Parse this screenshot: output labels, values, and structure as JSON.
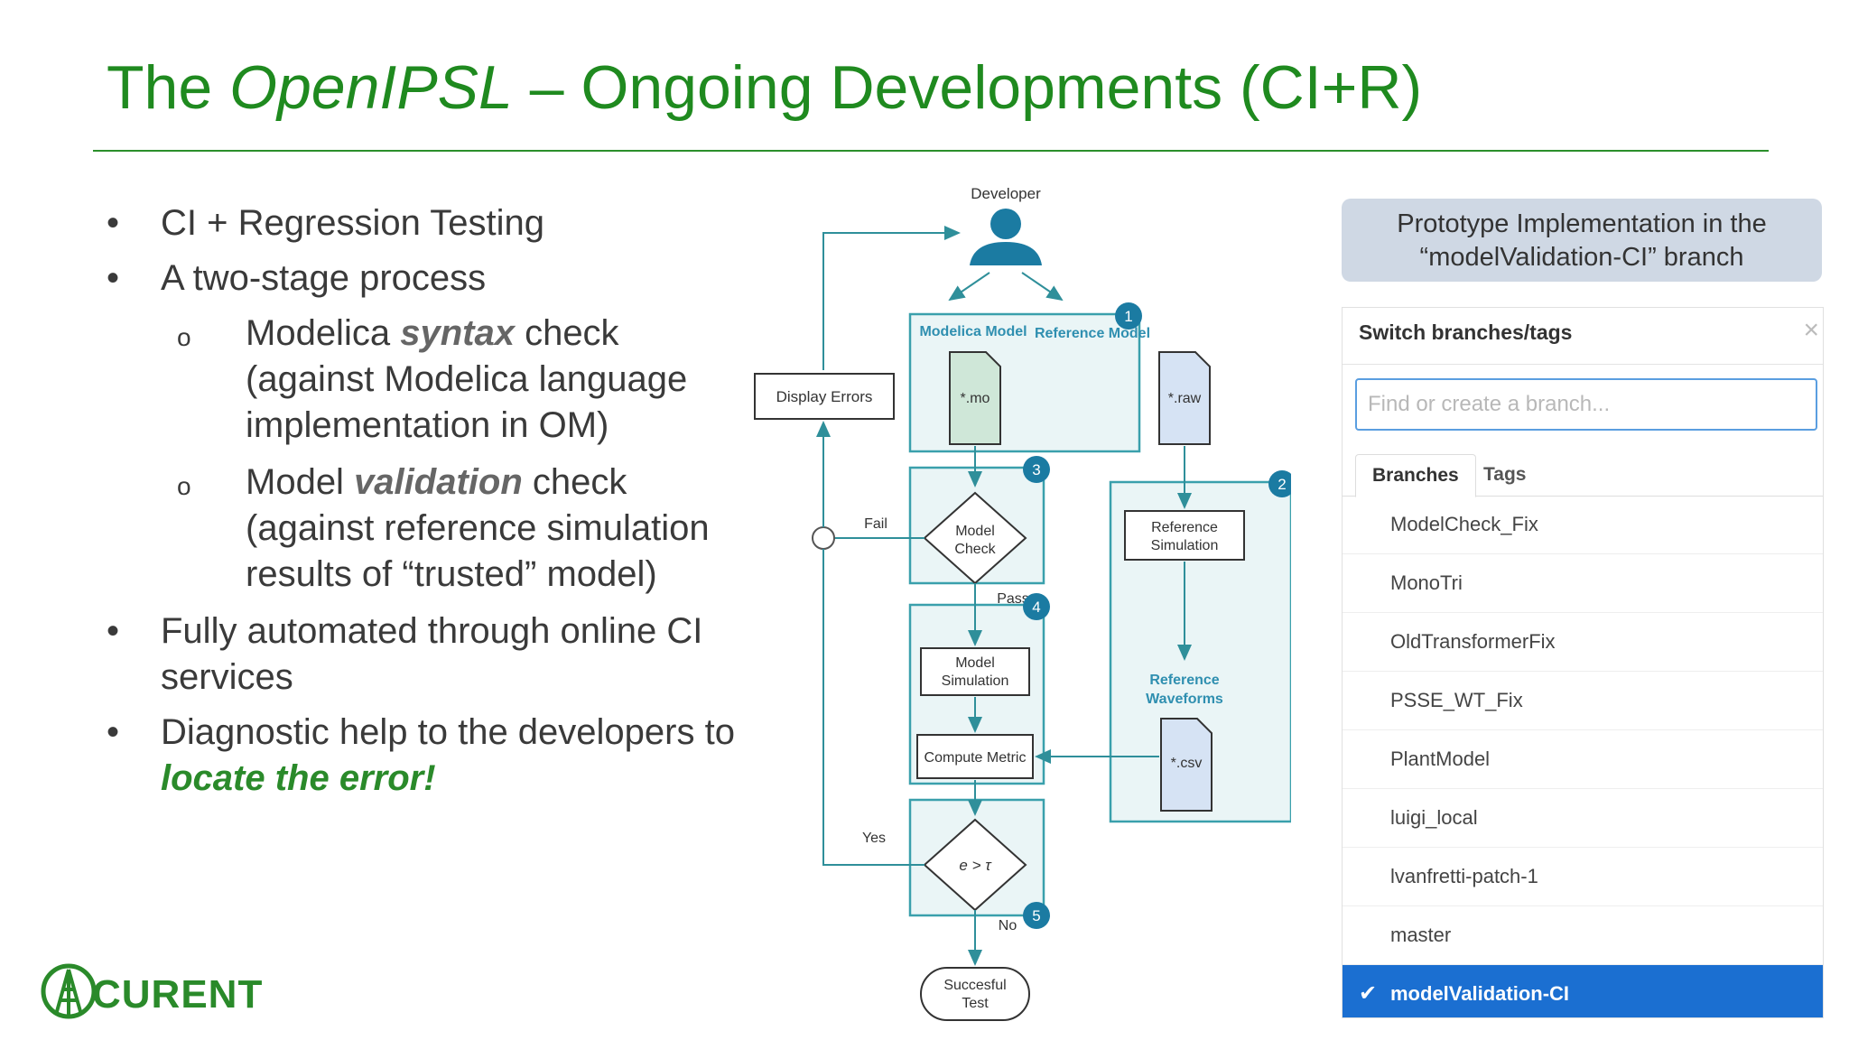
{
  "slide": {
    "title_pre": "The ",
    "title_italic": "OpenIPSL",
    "title_post": " – Ongoing Developments (CI+R)"
  },
  "bullets": {
    "b1": "CI + Regression Testing",
    "b2": "A two-stage process",
    "s1_pre": "Modelica ",
    "s1_em": "syntax",
    "s1_post": " check (against Modelica language implementation in OM)",
    "s2_pre": "Model ",
    "s2_em": "validation",
    "s2_post": " check (against reference simulation results of “trusted” model)",
    "b3": "Fully automated through online CI services",
    "b4_pre": "Diagnostic help to the developers to ",
    "b4_em": "locate the error!"
  },
  "logo": {
    "text": "CURENT"
  },
  "flow": {
    "developer": "Developer",
    "modelica_model": "Modelica Model",
    "reference_model": "Reference Model",
    "mo": "*.mo",
    "raw": "*.raw",
    "display_errors": "Display Errors",
    "fail": "Fail",
    "model_check_1": "Model",
    "model_check_2": "Check",
    "pass": "Pass",
    "ref_sim_1": "Reference",
    "ref_sim_2": "Simulation",
    "model_sim_1": "Model",
    "model_sim_2": "Simulation",
    "ref_wave_1": "Reference",
    "ref_wave_2": "Waveforms",
    "compute_metric": "Compute Metric",
    "csv": "*.csv",
    "yes": "Yes",
    "cond": "e > τ",
    "no": "No",
    "success_1": "Succesful",
    "success_2": "Test",
    "n1": "1",
    "n2": "2",
    "n3": "3",
    "n4": "4",
    "n5": "5"
  },
  "proto": {
    "line1": "Prototype Implementation in the",
    "line2": "“modelValidation-CI” branch"
  },
  "branches": {
    "header": "Switch branches/tags",
    "close": "×",
    "search_placeholder": "Find or create a branch...",
    "tab_branches": "Branches",
    "tab_tags": "Tags",
    "items": [
      "ModelCheck_Fix",
      "MonoTri",
      "OldTransformerFix",
      "PSSE_WT_Fix",
      "PlantModel",
      "luigi_local",
      "lvanfretti-patch-1",
      "master"
    ],
    "selected": "modelValidation-CI"
  },
  "colors": {
    "title_green": "#1f8a1f",
    "teal": "#3aa0ac",
    "node_blue": "#1b7ba2",
    "selected_blue": "#1b6fd1"
  }
}
